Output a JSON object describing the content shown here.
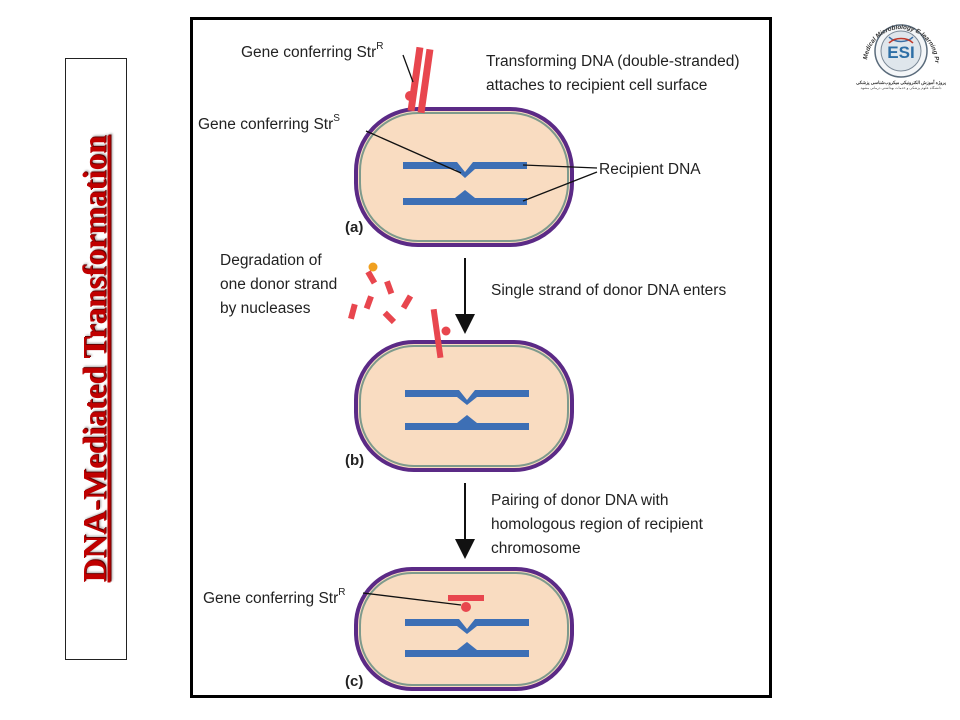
{
  "title": "DNA-Mediated Transformation",
  "logo": {
    "arc_text": "Medical Microbiology E-learning Project",
    "inner_letters": "ESI",
    "caption_line1": "پروژه آموزش الکترونیکی میکروب‌شناسی پزشکی",
    "caption_line2": "دانشگاه علوم پزشکی و خدمات بهداشتی درمانی مشهد"
  },
  "diagram": {
    "panel_a": {
      "label": "(a)",
      "gene_str_r": "Gene conferring Str",
      "gene_str_r_sup": "R",
      "gene_str_s": "Gene conferring Str",
      "gene_str_s_sup": "S",
      "transforming_line1": "Transforming DNA (double-stranded)",
      "transforming_line2": "attaches to recipient cell surface",
      "recipient_dna": "Recipient DNA"
    },
    "degradation_line1": "Degradation of",
    "degradation_line2": "one donor strand",
    "degradation_line3": "by nucleases",
    "single_strand": "Single strand of donor DNA enters",
    "panel_b": {
      "label": "(b)"
    },
    "pairing_line1": "Pairing of donor DNA with",
    "pairing_line2": "homologous region of recipient",
    "pairing_line3": "chromosome",
    "panel_c": {
      "label": "(c)",
      "gene_str_r": "Gene conferring Str",
      "gene_str_r_sup": "R"
    }
  },
  "colors": {
    "title": "#c00000",
    "cell_fill": "#f9dcc1",
    "cell_wall": "#5b2a86",
    "cell_membrane": "#7e9a8c",
    "dna": "#3d6fb5",
    "donor_dna": "#e8464e"
  }
}
